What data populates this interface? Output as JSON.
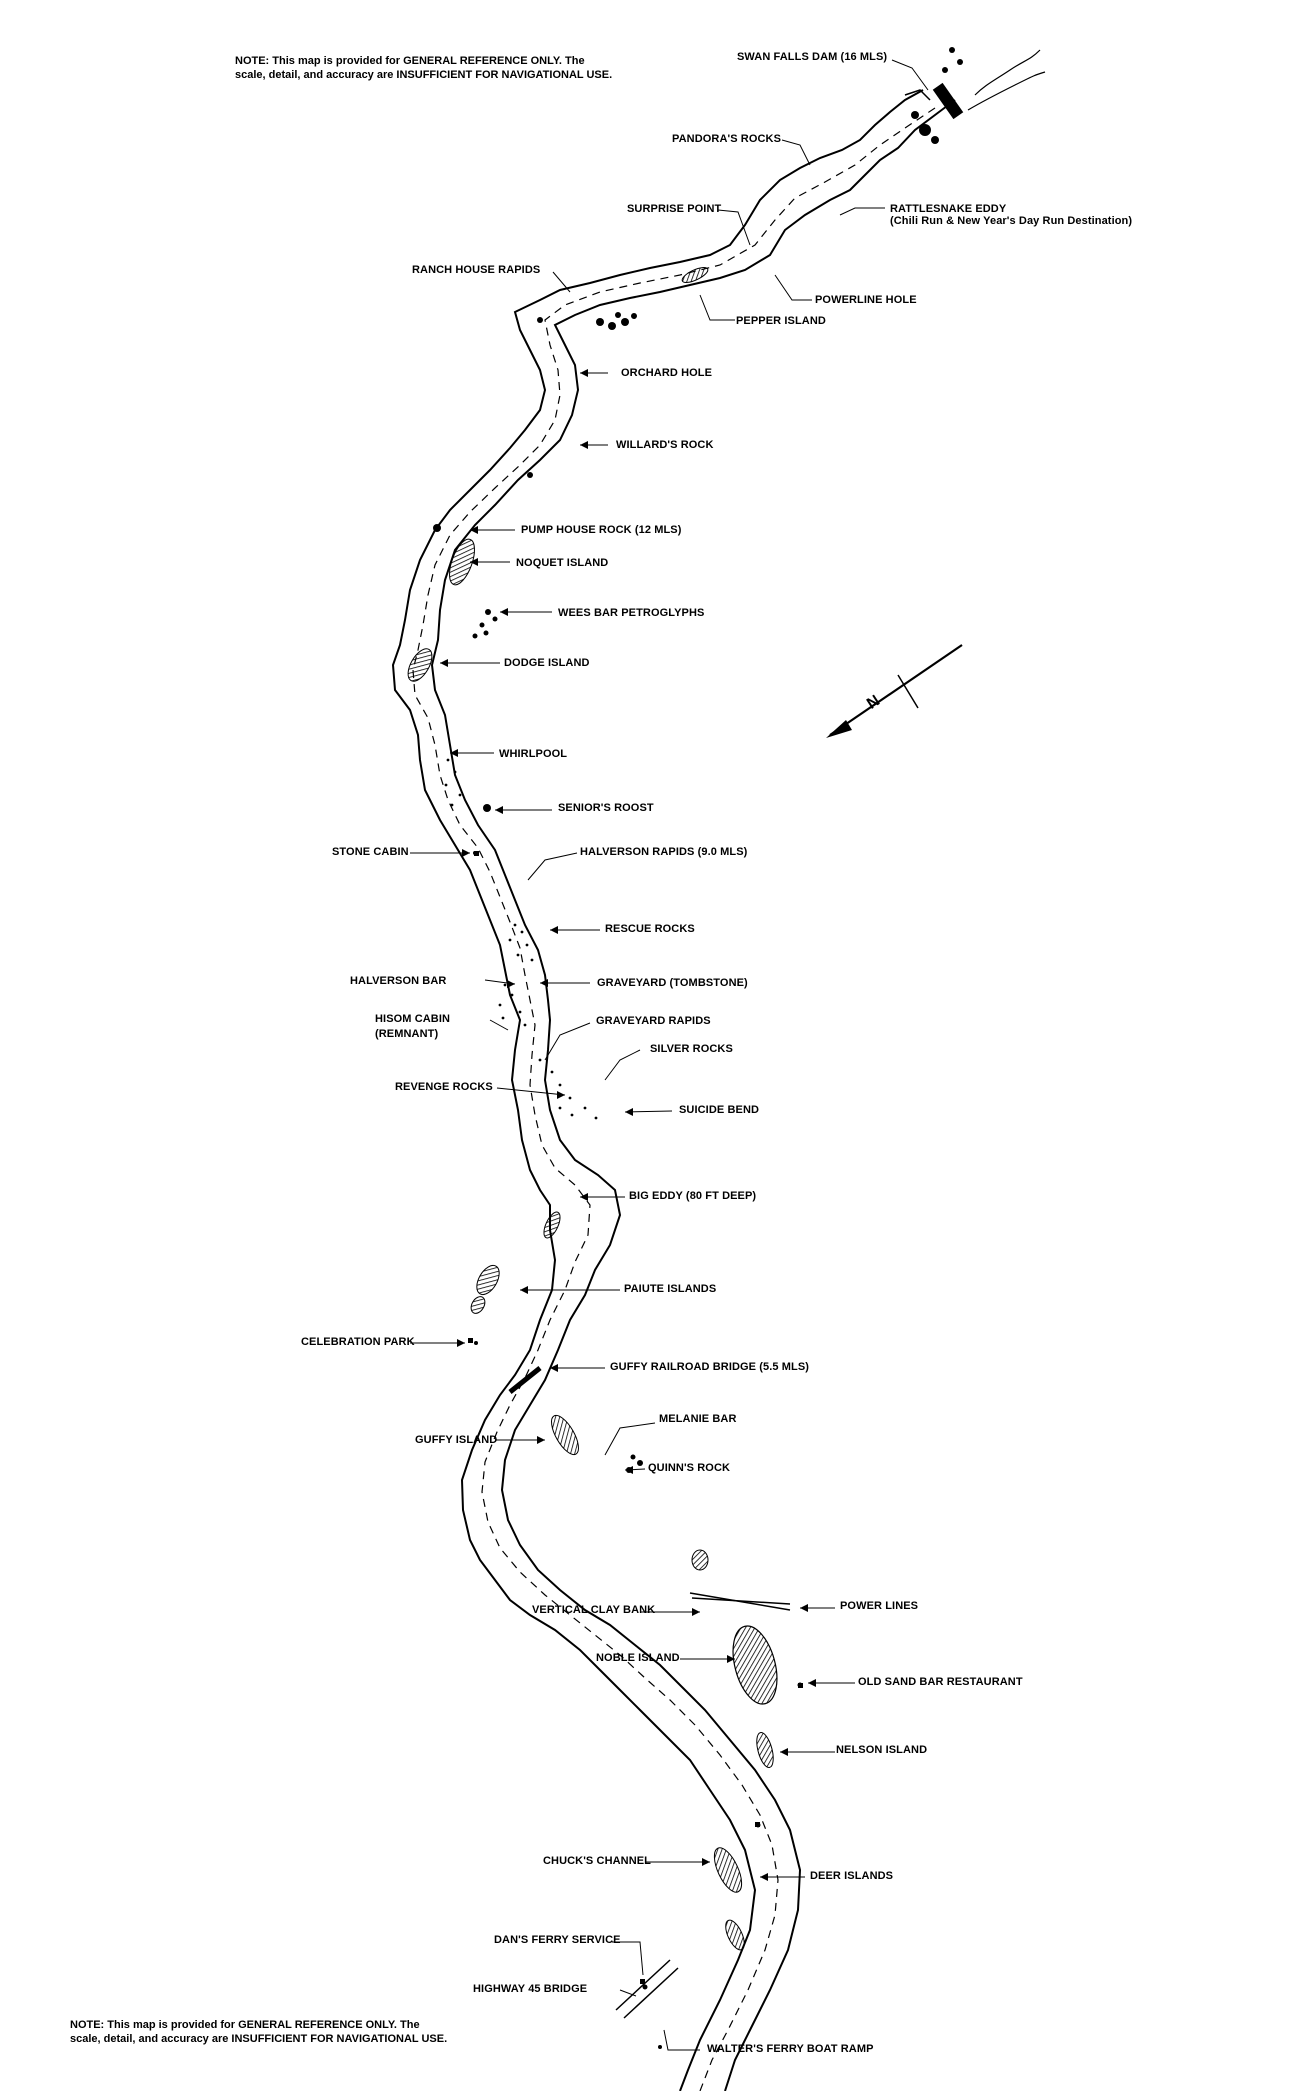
{
  "notes": {
    "top_line1": "NOTE:  This map is provided for GENERAL REFERENCE ONLY.  The",
    "top_line2": "scale, detail, and accuracy are INSUFFICIENT FOR NAVIGATIONAL USE.",
    "bottom_line1": "NOTE:  This map is provided for GENERAL REFERENCE ONLY.  The",
    "bottom_line2": "scale, detail, and accuracy are INSUFFICIENT FOR NAVIGATIONAL USE."
  },
  "north_arrow": {
    "letter": "N"
  },
  "labels": {
    "swan_falls_dam": "SWAN FALLS DAM (16 MLS)",
    "pandoras_rocks": "PANDORA'S ROCKS",
    "surprise_point": "SURPRISE POINT",
    "rattlesnake_eddy": "RATTLESNAKE EDDY",
    "rattlesnake_eddy_sub": "(Chili Run & New Year's Day Run Destination)",
    "ranch_house_rapids": "RANCH HOUSE RAPIDS",
    "powerline_hole": "POWERLINE HOLE",
    "pepper_island": "PEPPER ISLAND",
    "orchard_hole": "ORCHARD HOLE",
    "willards_rock": "WILLARD'S ROCK",
    "pump_house_rock": "PUMP HOUSE ROCK (12 MLS)",
    "noquet_island": "NOQUET ISLAND",
    "wees_bar": "WEES BAR PETROGLYPHS",
    "dodge_island": "DODGE ISLAND",
    "whirlpool": "WHIRLPOOL",
    "seniors_roost": "SENIOR'S ROOST",
    "stone_cabin": "STONE CABIN",
    "halverson_rapids": "HALVERSON RAPIDS (9.0 MLS)",
    "rescue_rocks": "RESCUE ROCKS",
    "halverson_bar": "HALVERSON BAR",
    "graveyard_tombstone": "GRAVEYARD  (TOMBSTONE)",
    "hisom_cabin": "HISOM CABIN",
    "hisom_cabin_sub": "(REMNANT)",
    "graveyard_rapids": "GRAVEYARD RAPIDS",
    "silver_rocks": "SILVER ROCKS",
    "revenge_rocks": "REVENGE ROCKS",
    "suicide_bend": "SUICIDE BEND",
    "big_eddy": "BIG EDDY  (80 FT DEEP)",
    "paiute_islands": "PAIUTE ISLANDS",
    "celebration_park": "CELEBRATION PARK",
    "guffy_bridge": "GUFFY RAILROAD BRIDGE  (5.5 MLS)",
    "melanie_bar": "MELANIE BAR",
    "guffy_island": "GUFFY ISLAND",
    "quinns_rock": "QUINN'S ROCK",
    "power_lines": "POWER LINES",
    "vertical_clay_bank": "VERTICAL CLAY BANK",
    "noble_island": "NOBLE ISLAND",
    "old_sand_bar": "OLD SAND BAR RESTAURANT",
    "nelson_island": "NELSON ISLAND",
    "chucks_channel": "CHUCK'S CHANNEL",
    "deer_islands": "DEER ISLANDS",
    "dans_ferry": "DAN'S FERRY SERVICE",
    "highway_45": "HIGHWAY 45 BRIDGE",
    "walters_ferry": "WALTER'S FERRY BOAT RAMP"
  },
  "colors": {
    "ink": "#000000",
    "paper": "#ffffff"
  }
}
